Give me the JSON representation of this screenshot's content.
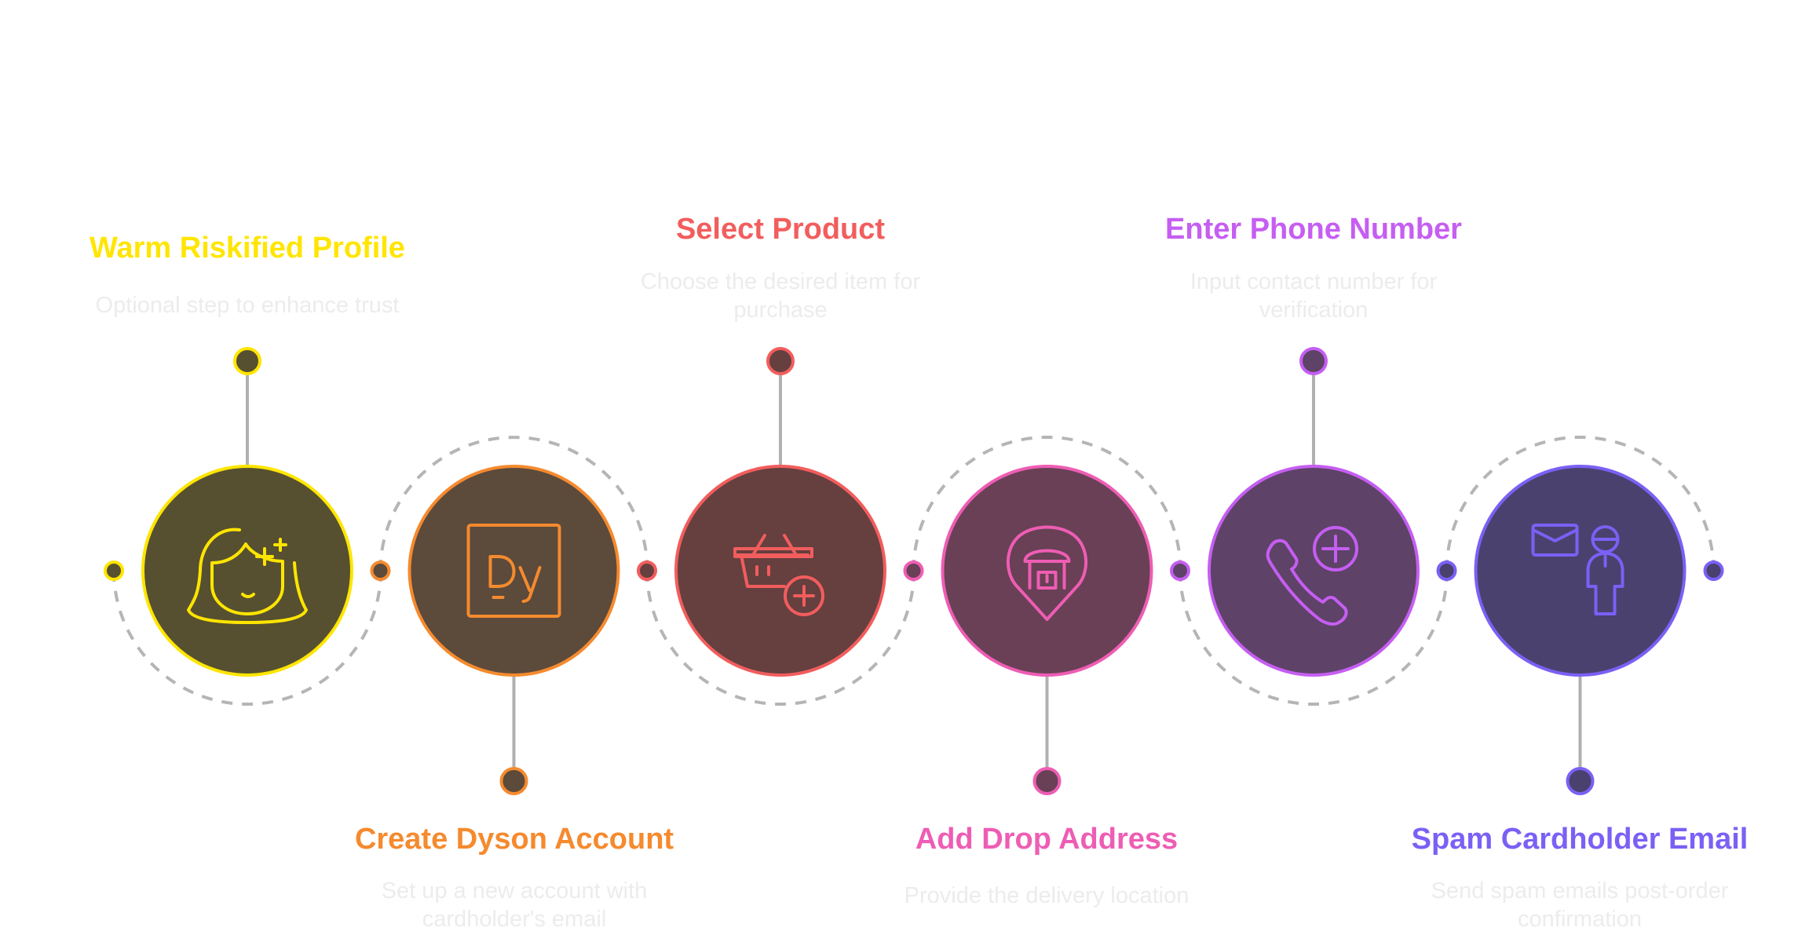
{
  "steps": [
    {
      "title": "Warm Riskified Profile",
      "desc": [
        "Optional step to enhance trust"
      ],
      "icon": "woman-sparkle-icon",
      "color": "#FFE500",
      "fill": "#565030",
      "label_position": "top"
    },
    {
      "title": "Create Dyson Account",
      "desc": [
        "Set up a new account with",
        "cardholder's email"
      ],
      "icon": "dyson-logo-icon",
      "color": "#F58A2E",
      "fill": "#5C4A3A",
      "label_position": "bottom"
    },
    {
      "title": "Select Product",
      "desc": [
        "Choose the desired item for",
        "purchase"
      ],
      "icon": "basket-add-icon",
      "color": "#F25D5D",
      "fill": "#663F3F",
      "label_position": "top"
    },
    {
      "title": "Add Drop Address",
      "desc": [
        "Provide the delivery location"
      ],
      "icon": "location-pin-house-icon",
      "color": "#EE5DB4",
      "fill": "#694055",
      "label_position": "bottom"
    },
    {
      "title": "Enter Phone Number",
      "desc": [
        "Input contact number for",
        "verification"
      ],
      "icon": "phone-add-icon",
      "color": "#C65EF2",
      "fill": "#5E4268",
      "label_position": "top"
    },
    {
      "title": "Spam Cardholder Email",
      "desc": [
        "Send spam emails post-order",
        "confirmation"
      ],
      "icon": "email-person-icon",
      "color": "#7B60F5",
      "fill": "#4A416E",
      "label_position": "bottom"
    }
  ]
}
